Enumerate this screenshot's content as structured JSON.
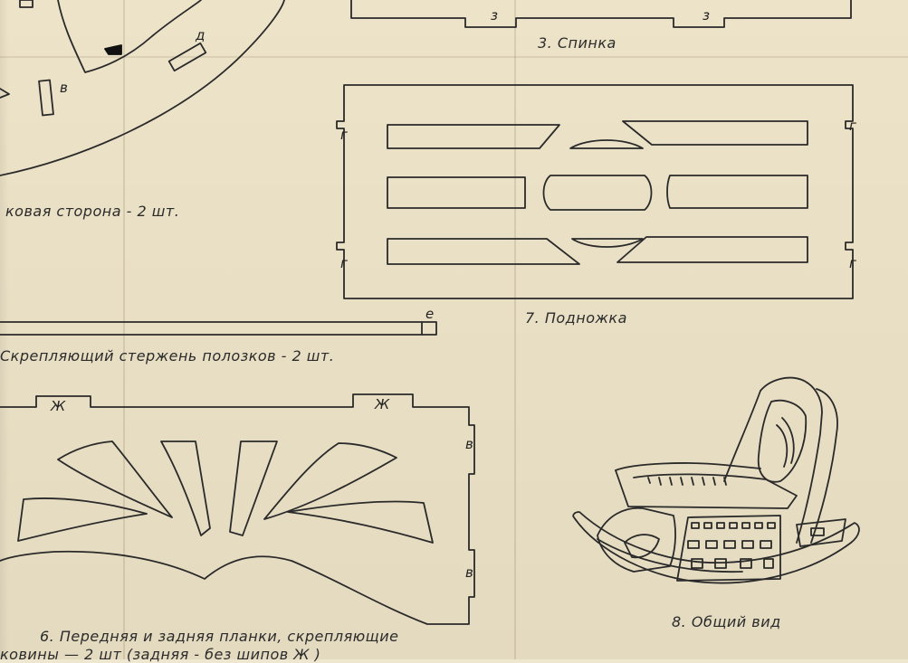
{
  "colors": {
    "paper": "#ede3c8",
    "ink": "#2a2a2a"
  },
  "captions": {
    "backrest": "3. Спинка",
    "side": "ковая  сторона - 2 шт.",
    "rod": "Скрепляющий  стержень  полозков - 2 шт.",
    "footrest": "7. Подножка",
    "planks_line1": "6. Передняя  и  задняя  планки, скрепляющие",
    "planks_line2": "ковины  —  2 шт  (задняя - без  шипов  Ж )",
    "general_view": "8. Общий  вид"
  },
  "letters": {
    "backrest_z1": "з",
    "backrest_z2": "з",
    "side_d": "д",
    "side_v": "в",
    "foot_g_tl": "г",
    "foot_g_tr": "г",
    "foot_g_bl": "г",
    "foot_g_br": "г",
    "rod_e": "е",
    "plank_zh1": "Ж",
    "plank_zh2": "Ж",
    "plank_v1": "в",
    "plank_v2": "в"
  }
}
